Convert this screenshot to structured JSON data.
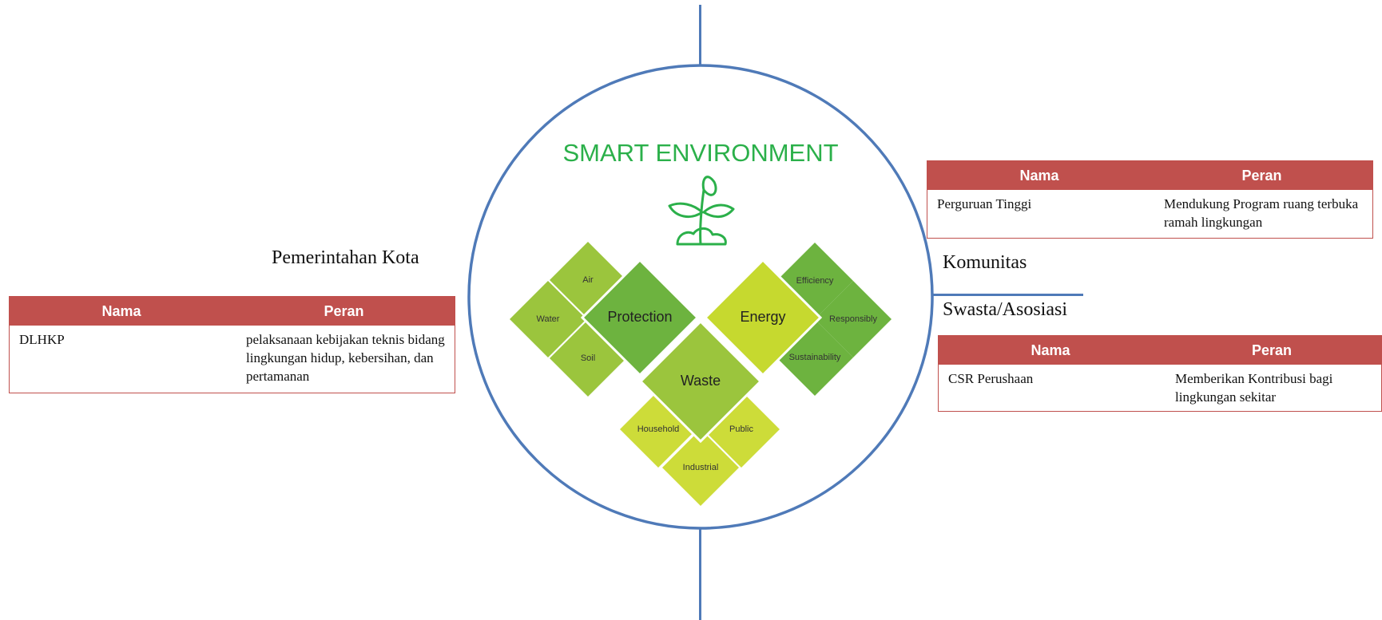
{
  "center": {
    "title": "SMART ENVIRONMENT",
    "icon": "plant-seedling-icon",
    "colors": {
      "circle_stroke": "#4f7ab8",
      "title": "#2bb04a",
      "icon": "#2bb04a",
      "dark_green": "#6db33f",
      "mid_green": "#9bc53d",
      "yellow_green": "#c6d92f",
      "light_yellow_green": "#cddc39"
    },
    "tiles": {
      "protection": "Protection",
      "air": "Air",
      "water": "Water",
      "soil": "Soil",
      "energy": "Energy",
      "efficiency": "Efficiency",
      "responsibly": "Responsibly",
      "sustainability": "Sustainability",
      "waste": "Waste",
      "household": "Household",
      "public": "Public",
      "industrial": "Industrial"
    }
  },
  "groups": {
    "government": {
      "title": "Pemerintahan Kota",
      "headers": [
        "Nama",
        "Peran"
      ],
      "rows": [
        {
          "nama": "DLHKP",
          "peran": "pelaksanaan kebijakan teknis bidang lingkungan hidup, kebersihan, dan pertamanan"
        }
      ]
    },
    "community": {
      "title": "Komunitas",
      "headers": [
        "Nama",
        "Peran"
      ],
      "rows": [
        {
          "nama": "Perguruan Tinggi",
          "peran": "Mendukung Program ruang terbuka ramah lingkungan"
        }
      ]
    },
    "private": {
      "title": "Swasta/Asosiasi",
      "headers": [
        "Nama",
        "Peran"
      ],
      "rows": [
        {
          "nama": "CSR Perushaan",
          "peran": "Memberikan Kontribusi bagi lingkungan sekitar"
        }
      ]
    }
  },
  "table_header_color": "#c0504d"
}
